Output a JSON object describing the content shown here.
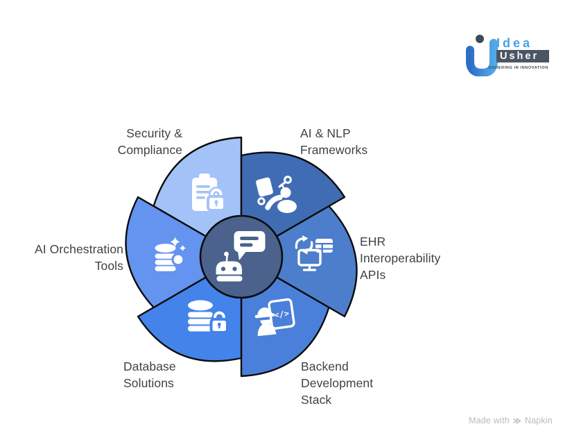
{
  "page": {
    "background": "#ffffff",
    "text_color": "#3f4245"
  },
  "logo": {
    "brand_top": "Idea",
    "brand_bottom": "Usher",
    "tagline": "USHERING IN INNOVATION",
    "colors": {
      "idea_blue": "#4b9fe1",
      "usher_box": "#4a5663",
      "tagline_dark": "#3d4a57",
      "u_gradient_start": "#2b6fc6",
      "u_gradient_end": "#52a9e6",
      "dot_dark": "#3d4a57"
    }
  },
  "diagram": {
    "center": {
      "icon": "chatbot-icon",
      "color": "#4a628c",
      "border": "#0c0c0c"
    },
    "code_glyph": "</>",
    "segments": [
      {
        "id": "security-compliance",
        "label_lines": [
          "Security &",
          "Compliance"
        ],
        "color": "#a3c2f8",
        "icon": "clipboard-lock-icon"
      },
      {
        "id": "ai-nlp-frameworks",
        "label_lines": [
          "AI & NLP",
          "Frameworks"
        ],
        "color": "#406cb4",
        "icon": "ai-presenter-icon"
      },
      {
        "id": "ehr-interoperability-apis",
        "label_lines": [
          "EHR",
          "Interoperability",
          "APIs"
        ],
        "color": "#4d7ecb",
        "icon": "monitor-data-sync-icon"
      },
      {
        "id": "backend-development-stack",
        "label_lines": [
          "Backend",
          "Development",
          "Stack"
        ],
        "color": "#4b80da",
        "icon": "developer-code-icon"
      },
      {
        "id": "database-solutions",
        "label_lines": [
          "Database",
          "Solutions"
        ],
        "color": "#4383ea",
        "icon": "database-lock-icon"
      },
      {
        "id": "ai-orchestration-tools",
        "label_lines": [
          "AI Orchestration",
          "Tools"
        ],
        "color": "#6493f0",
        "icon": "database-sparkles-icon"
      }
    ]
  },
  "footer": {
    "made_with": "Made with",
    "brand": "Napkin"
  }
}
